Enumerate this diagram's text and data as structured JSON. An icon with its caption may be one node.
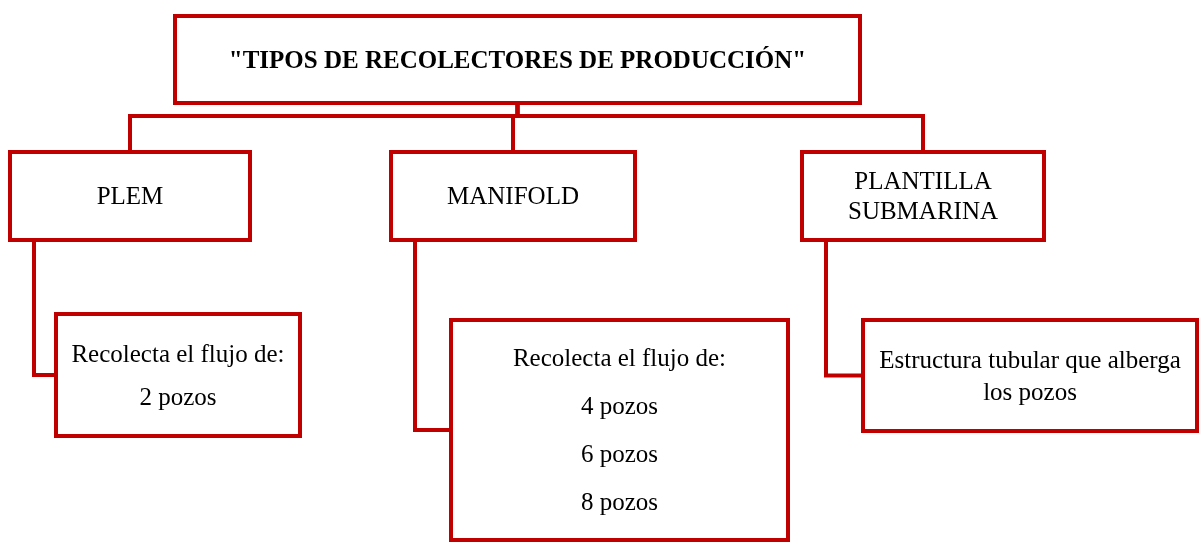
{
  "diagram": {
    "nodes": [
      {
        "text": [
          "\"TIPOS DE RECOLECTORES DE PRODUCCIÓN\""
        ]
      },
      {
        "text": [
          "PLEM"
        ]
      },
      {
        "text": [
          "MANIFOLD"
        ]
      },
      {
        "text": [
          "PLANTILLA SUBMARINA"
        ]
      },
      {
        "text": [
          "Recolecta el flujo de:",
          "2 pozos"
        ]
      },
      {
        "text": [
          "Recolecta el flujo de:",
          "4 pozos",
          "6 pozos",
          "8 pozos"
        ]
      },
      {
        "text": [
          "Estructura tubular que alberga los pozos"
        ]
      }
    ],
    "edges": [
      {
        "from": 0,
        "to": 1,
        "arrow": "none"
      },
      {
        "from": 0,
        "to": 2,
        "arrow": "none"
      },
      {
        "from": 0,
        "to": 3,
        "arrow": "none"
      },
      {
        "from": 1,
        "to": 4,
        "arrow": "none"
      },
      {
        "from": 2,
        "to": 5,
        "arrow": "none"
      },
      {
        "from": 3,
        "to": 6,
        "arrow": "none"
      }
    ]
  }
}
